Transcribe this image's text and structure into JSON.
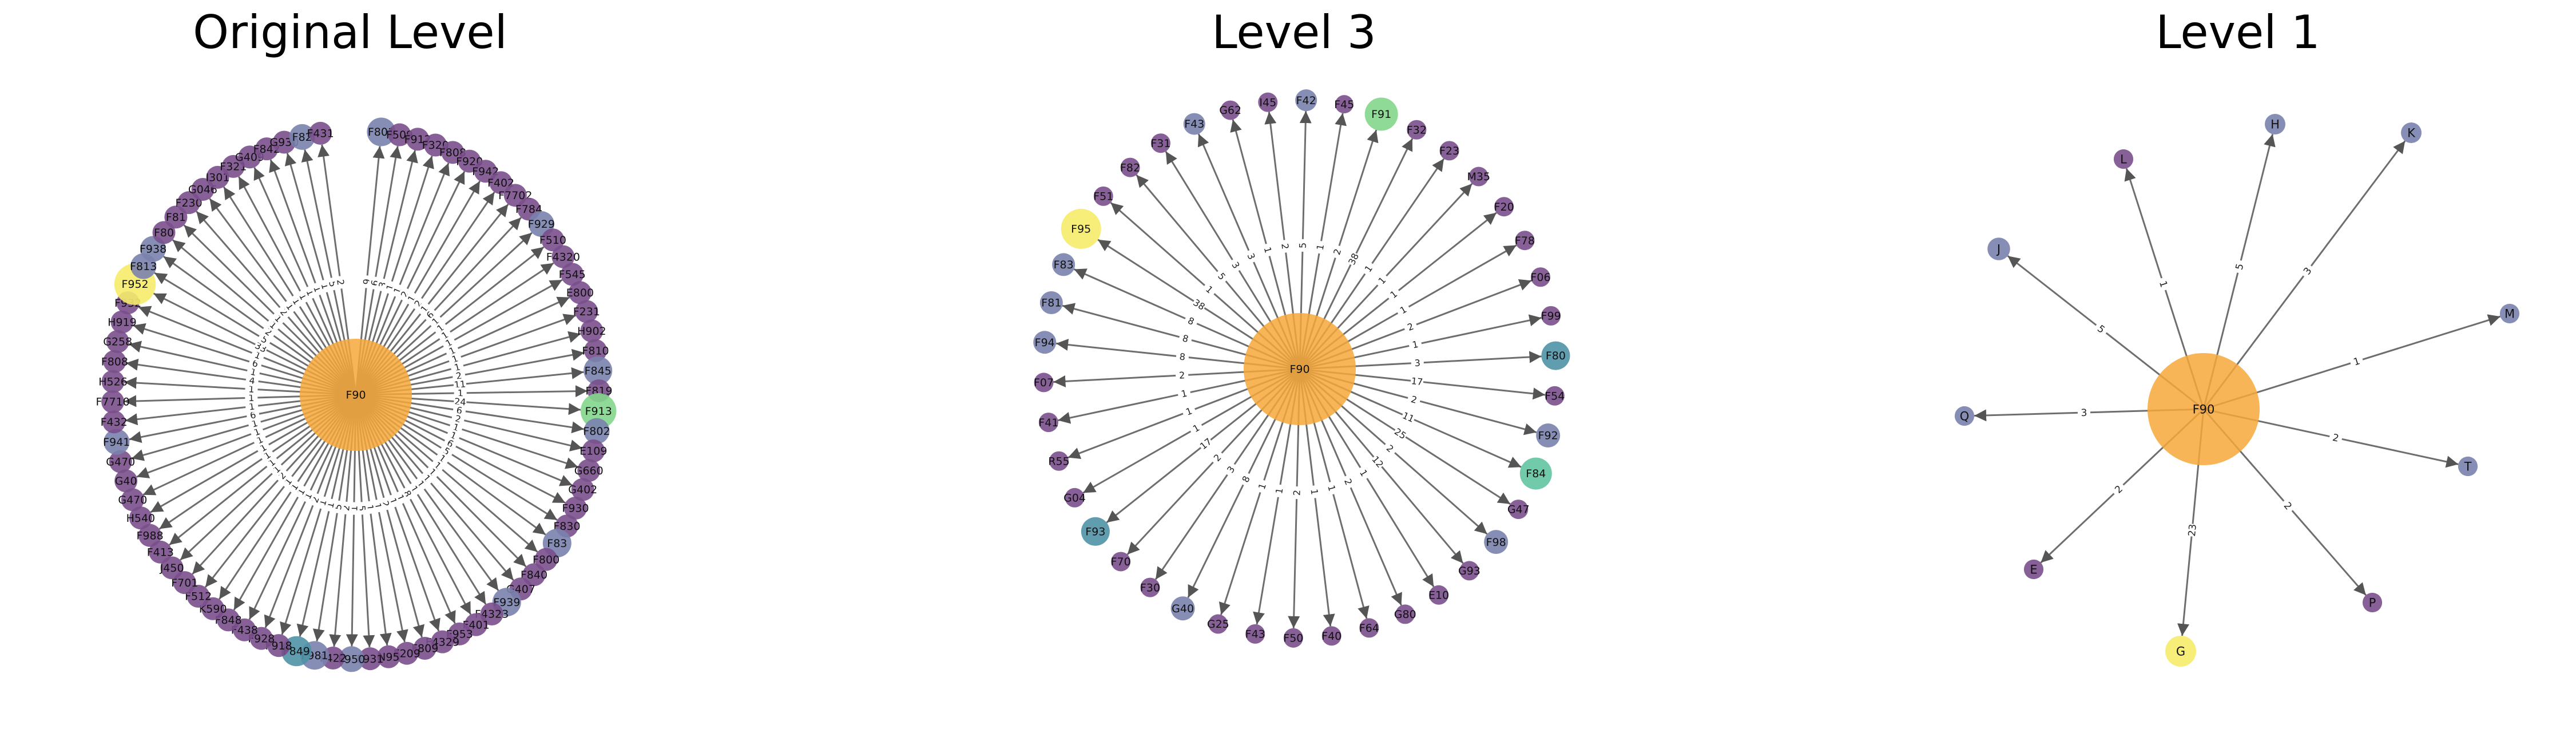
{
  "colors": {
    "center": "#f7a83b",
    "purple": "#7a4f8c",
    "slate": "#7a82ad",
    "teal": "#4f92a6",
    "green": "#84d68c",
    "seafoam": "#62c4a0",
    "yellow": "#f6ec6b",
    "edge": "#6e6e6e"
  },
  "panels": [
    {
      "title": "Original Level",
      "center_label": "F90",
      "nodes": [
        {
          "label": "F801",
          "w": "9",
          "c": "slate",
          "s": 1.0
        },
        {
          "label": "F509",
          "w": "6",
          "c": "purple",
          "s": 0.8
        },
        {
          "label": "F912",
          "w": "3",
          "c": "purple",
          "s": 0.8
        },
        {
          "label": "F320",
          "w": "1",
          "c": "purple",
          "s": 0.8
        },
        {
          "label": "F808",
          "w": "1",
          "c": "purple",
          "s": 0.8
        },
        {
          "label": "F920",
          "w": "2",
          "c": "purple",
          "s": 0.8
        },
        {
          "label": "F942",
          "w": "1",
          "c": "purple",
          "s": 0.8
        },
        {
          "label": "F402",
          "w": "2",
          "c": "purple",
          "s": 0.8
        },
        {
          "label": "F7702",
          "w": "1",
          "c": "purple",
          "s": 0.8
        },
        {
          "label": "F784",
          "w": "6",
          "c": "purple",
          "s": 0.8
        },
        {
          "label": "F929",
          "w": "1",
          "c": "slate",
          "s": 0.9
        },
        {
          "label": "F510",
          "w": "1",
          "c": "purple",
          "s": 0.8
        },
        {
          "label": "F4320",
          "w": "1",
          "c": "purple",
          "s": 0.8
        },
        {
          "label": "F545",
          "w": "1",
          "c": "purple",
          "s": 0.8
        },
        {
          "label": "E800",
          "w": "1",
          "c": "purple",
          "s": 0.8
        },
        {
          "label": "F231",
          "w": "1",
          "c": "purple",
          "s": 0.8
        },
        {
          "label": "H902",
          "w": "1",
          "c": "purple",
          "s": 0.8
        },
        {
          "label": "F810",
          "w": "2",
          "c": "purple",
          "s": 0.8
        },
        {
          "label": "F845",
          "w": "11",
          "c": "slate",
          "s": 1.0
        },
        {
          "label": "F819",
          "w": "1",
          "c": "purple",
          "s": 0.8
        },
        {
          "label": "F913",
          "w": "24",
          "c": "green",
          "s": 1.25
        },
        {
          "label": "F802",
          "w": "6",
          "c": "slate",
          "s": 0.9
        },
        {
          "label": "E109",
          "w": "2",
          "c": "purple",
          "s": 0.8
        },
        {
          "label": "G660",
          "w": "1",
          "c": "purple",
          "s": 0.8
        },
        {
          "label": "G402",
          "w": "1",
          "c": "purple",
          "s": 0.8
        },
        {
          "label": "F930",
          "w": "6",
          "c": "purple",
          "s": 0.8
        },
        {
          "label": "F830",
          "w": "5",
          "c": "purple",
          "s": 0.8
        },
        {
          "label": "F83",
          "w": "1",
          "c": "slate",
          "s": 1.0
        },
        {
          "label": "F800",
          "w": "1",
          "c": "purple",
          "s": 0.8
        },
        {
          "label": "F840",
          "w": "1",
          "c": "purple",
          "s": 0.8
        },
        {
          "label": "G407",
          "w": "1",
          "c": "purple",
          "s": 0.8
        },
        {
          "label": "F939",
          "w": "1",
          "c": "slate",
          "s": 1.0
        },
        {
          "label": "F4323",
          "w": "1",
          "c": "purple",
          "s": 0.8
        },
        {
          "label": "F401",
          "w": "8",
          "c": "purple",
          "s": 0.8
        },
        {
          "label": "F953",
          "w": "1",
          "c": "purple",
          "s": 0.8
        },
        {
          "label": "F4329",
          "w": "1",
          "c": "purple",
          "s": 0.8
        },
        {
          "label": "F809",
          "w": "2",
          "c": "purple",
          "s": 0.8
        },
        {
          "label": "F209",
          "w": "1",
          "c": "purple",
          "s": 0.8
        },
        {
          "label": "N95",
          "w": "1",
          "c": "purple",
          "s": 0.8
        },
        {
          "label": "F931",
          "w": "5",
          "c": "purple",
          "s": 0.8
        },
        {
          "label": "F950",
          "w": "1",
          "c": "slate",
          "s": 0.9
        },
        {
          "label": "F422",
          "w": "2",
          "c": "purple",
          "s": 0.8
        },
        {
          "label": "F981",
          "w": "5",
          "c": "slate",
          "s": 1.0
        },
        {
          "label": "F849",
          "w": "1",
          "c": "teal",
          "s": 1.05
        },
        {
          "label": "F918",
          "w": "1",
          "c": "purple",
          "s": 0.8
        },
        {
          "label": "F928",
          "w": "2",
          "c": "purple",
          "s": 0.8
        },
        {
          "label": "F438",
          "w": "1",
          "c": "purple",
          "s": 0.8
        },
        {
          "label": "F848",
          "w": "1",
          "c": "purple",
          "s": 0.8
        },
        {
          "label": "K590",
          "w": "1",
          "c": "purple",
          "s": 0.8
        },
        {
          "label": "F512",
          "w": "1",
          "c": "purple",
          "s": 0.8
        },
        {
          "label": "F701",
          "w": "2",
          "c": "purple",
          "s": 0.8
        },
        {
          "label": "J450",
          "w": "1",
          "c": "purple",
          "s": 0.8
        },
        {
          "label": "F413",
          "w": "1",
          "c": "purple",
          "s": 0.8
        },
        {
          "label": "F988",
          "w": "1",
          "c": "purple",
          "s": 0.8
        },
        {
          "label": "H540",
          "w": "1",
          "c": "purple",
          "s": 0.8
        },
        {
          "label": "G470",
          "w": "1",
          "c": "purple",
          "s": 0.8
        },
        {
          "label": "G40",
          "w": "1",
          "c": "purple",
          "s": 0.8
        },
        {
          "label": "G470",
          "w": "1",
          "c": "purple",
          "s": 0.8
        },
        {
          "label": "F941",
          "w": "6",
          "c": "slate",
          "s": 0.9
        },
        {
          "label": "F432",
          "w": "1",
          "c": "purple",
          "s": 0.8
        },
        {
          "label": "F7710",
          "w": "1",
          "c": "purple",
          "s": 0.8
        },
        {
          "label": "H526",
          "w": "1",
          "c": "purple",
          "s": 0.8
        },
        {
          "label": "F808",
          "w": "4",
          "c": "purple",
          "s": 0.8
        },
        {
          "label": "G258",
          "w": "1",
          "c": "purple",
          "s": 0.8
        },
        {
          "label": "H919",
          "w": "6",
          "c": "purple",
          "s": 0.8
        },
        {
          "label": "F932",
          "w": "1",
          "c": "purple",
          "s": 0.8
        },
        {
          "label": "F952",
          "w": "33",
          "c": "yellow",
          "s": 1.45
        },
        {
          "label": "F813",
          "w": "5",
          "c": "slate",
          "s": 0.9
        },
        {
          "label": "F938",
          "w": "2",
          "c": "slate",
          "s": 0.9
        },
        {
          "label": "F80",
          "w": "1",
          "c": "purple",
          "s": 0.8
        },
        {
          "label": "F81",
          "w": "1",
          "c": "purple",
          "s": 0.8
        },
        {
          "label": "F230",
          "w": "2",
          "c": "purple",
          "s": 0.8
        },
        {
          "label": "G046",
          "w": "1",
          "c": "purple",
          "s": 0.8
        },
        {
          "label": "I301",
          "w": "1",
          "c": "purple",
          "s": 0.8
        },
        {
          "label": "F321",
          "w": "1",
          "c": "purple",
          "s": 0.8
        },
        {
          "label": "G409",
          "w": "1",
          "c": "purple",
          "s": 0.8
        },
        {
          "label": "F842",
          "w": "1",
          "c": "purple",
          "s": 0.8
        },
        {
          "label": "G930",
          "w": "1",
          "c": "purple",
          "s": 0.8
        },
        {
          "label": "F82",
          "w": "5",
          "c": "slate",
          "s": 0.9
        },
        {
          "label": "F431",
          "w": "2",
          "c": "purple",
          "s": 0.8
        }
      ]
    },
    {
      "title": "Level 3",
      "center_label": "F90",
      "nodes": [
        {
          "label": "F45",
          "w": "1",
          "c": "purple",
          "s": 0.8
        },
        {
          "label": "F91",
          "w": "2",
          "c": "green",
          "s": 1.45
        },
        {
          "label": "F32",
          "w": "38",
          "c": "purple",
          "s": 0.85
        },
        {
          "label": "F23",
          "w": "1",
          "c": "purple",
          "s": 0.85
        },
        {
          "label": "M35",
          "w": "1",
          "c": "purple",
          "s": 0.85
        },
        {
          "label": "F20",
          "w": "1",
          "c": "purple",
          "s": 0.85
        },
        {
          "label": "F78",
          "w": "1",
          "c": "purple",
          "s": 0.85
        },
        {
          "label": "F06",
          "w": "2",
          "c": "purple",
          "s": 0.85
        },
        {
          "label": "F99",
          "w": "1",
          "c": "purple",
          "s": 0.85
        },
        {
          "label": "F80",
          "w": "3",
          "c": "teal",
          "s": 1.25
        },
        {
          "label": "F54",
          "w": "17",
          "c": "purple",
          "s": 0.85
        },
        {
          "label": "F92",
          "w": "2",
          "c": "slate",
          "s": 1.05
        },
        {
          "label": "F84",
          "w": "11",
          "c": "seafoam",
          "s": 1.4
        },
        {
          "label": "G47",
          "w": "25",
          "c": "purple",
          "s": 0.85
        },
        {
          "label": "F98",
          "w": "2",
          "c": "slate",
          "s": 1.05
        },
        {
          "label": "G93",
          "w": "12",
          "c": "purple",
          "s": 0.85
        },
        {
          "label": "E10",
          "w": "1",
          "c": "purple",
          "s": 0.85
        },
        {
          "label": "G80",
          "w": "2",
          "c": "purple",
          "s": 0.85
        },
        {
          "label": "F64",
          "w": "1",
          "c": "purple",
          "s": 0.85
        },
        {
          "label": "F40",
          "w": "1",
          "c": "purple",
          "s": 0.85
        },
        {
          "label": "F50",
          "w": "2",
          "c": "purple",
          "s": 0.85
        },
        {
          "label": "F43",
          "w": "1",
          "c": "purple",
          "s": 0.85
        },
        {
          "label": "G25",
          "w": "1",
          "c": "purple",
          "s": 0.85
        },
        {
          "label": "G40",
          "w": "8",
          "c": "slate",
          "s": 1.05
        },
        {
          "label": "F30",
          "w": "3",
          "c": "purple",
          "s": 0.85
        },
        {
          "label": "F70",
          "w": "2",
          "c": "purple",
          "s": 0.85
        },
        {
          "label": "F93",
          "w": "17",
          "c": "teal",
          "s": 1.25
        },
        {
          "label": "G04",
          "w": "1",
          "c": "purple",
          "s": 0.85
        },
        {
          "label": "R55",
          "w": "1",
          "c": "purple",
          "s": 0.85
        },
        {
          "label": "F41",
          "w": "1",
          "c": "purple",
          "s": 0.85
        },
        {
          "label": "F07",
          "w": "2",
          "c": "purple",
          "s": 0.85
        },
        {
          "label": "F94",
          "w": "8",
          "c": "slate",
          "s": 1.0
        },
        {
          "label": "F81",
          "w": "8",
          "c": "slate",
          "s": 1.0
        },
        {
          "label": "F83",
          "w": "8",
          "c": "slate",
          "s": 1.0
        },
        {
          "label": "F95",
          "w": "38",
          "c": "yellow",
          "s": 1.75
        },
        {
          "label": "F51",
          "w": "1",
          "c": "purple",
          "s": 0.85
        },
        {
          "label": "F82",
          "w": "5",
          "c": "purple",
          "s": 0.85
        },
        {
          "label": "F31",
          "w": "3",
          "c": "purple",
          "s": 0.85
        },
        {
          "label": "F43",
          "w": "3",
          "c": "slate",
          "s": 0.95
        },
        {
          "label": "G62",
          "w": "1",
          "c": "purple",
          "s": 0.85
        },
        {
          "label": "I45",
          "w": "2",
          "c": "purple",
          "s": 0.85
        },
        {
          "label": "F42",
          "w": "5",
          "c": "slate",
          "s": 0.95
        }
      ]
    },
    {
      "title": "Level 1",
      "center_label": "F90",
      "nodes": [
        {
          "label": "H",
          "w": "5",
          "c": "slate",
          "s": 1.0
        },
        {
          "label": "K",
          "w": "3",
          "c": "slate",
          "s": 1.0
        },
        {
          "label": "M",
          "w": "1",
          "c": "slate",
          "s": 0.95
        },
        {
          "label": "T",
          "w": "2",
          "c": "slate",
          "s": 0.95
        },
        {
          "label": "P",
          "w": "2",
          "c": "purple",
          "s": 0.95
        },
        {
          "label": "G",
          "w": "23",
          "c": "yellow",
          "s": 1.5
        },
        {
          "label": "E",
          "w": "2",
          "c": "purple",
          "s": 0.95
        },
        {
          "label": "Q",
          "w": "3",
          "c": "slate",
          "s": 0.95
        },
        {
          "label": "J",
          "w": "5",
          "c": "slate",
          "s": 1.1
        },
        {
          "label": "L",
          "w": "1",
          "c": "purple",
          "s": 0.95
        }
      ]
    }
  ]
}
